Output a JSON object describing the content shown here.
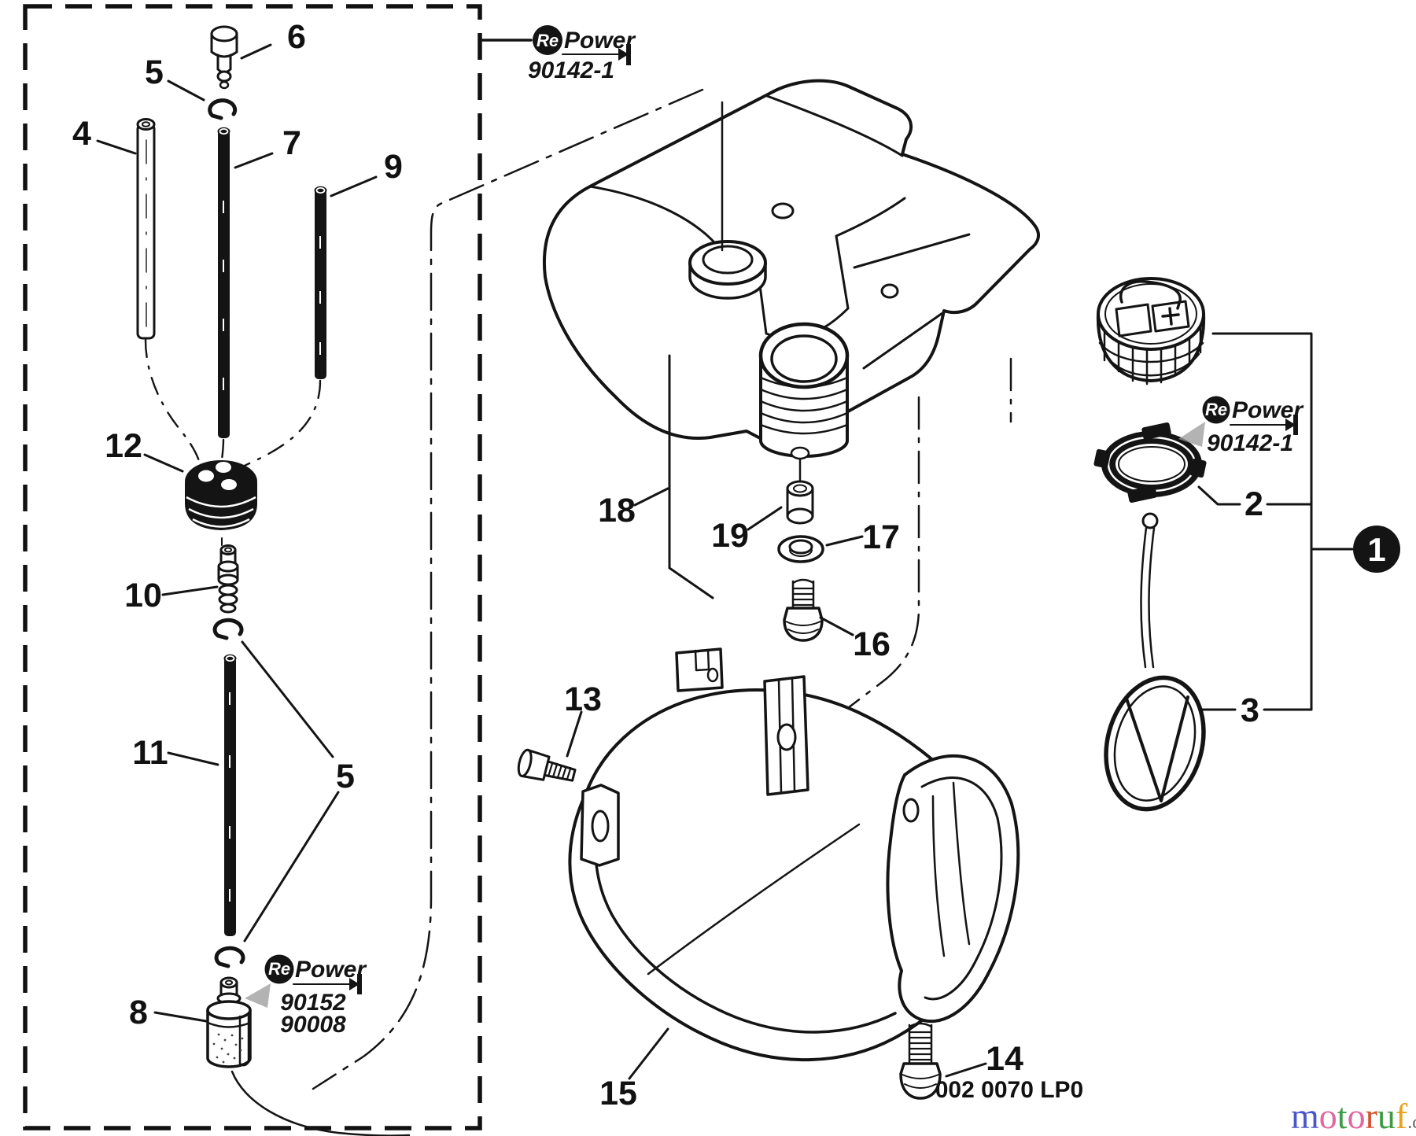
{
  "labels": [
    {
      "num": "1"
    },
    {
      "num": "2"
    },
    {
      "num": "3"
    },
    {
      "num": "4"
    },
    {
      "num": "5"
    },
    {
      "num": "5"
    },
    {
      "num": "6"
    },
    {
      "num": "7"
    },
    {
      "num": "8"
    },
    {
      "num": "9"
    },
    {
      "num": "10"
    },
    {
      "num": "11"
    },
    {
      "num": "12"
    },
    {
      "num": "13"
    },
    {
      "num": "14"
    },
    {
      "num": "15"
    },
    {
      "num": "16"
    },
    {
      "num": "17"
    },
    {
      "num": "18"
    },
    {
      "num": "19"
    }
  ],
  "logos": {
    "a": {
      "re": "Re",
      "power": "Power",
      "code": "90142-1"
    },
    "b": {
      "re": "Re",
      "power": "Power",
      "code": "90142-1"
    },
    "c": {
      "re": "Re",
      "power": "Power",
      "code": "90152",
      "code2": "90008"
    }
  },
  "footer": {
    "doc_code": "002 0070 LP0"
  },
  "watermark": {
    "letters": [
      {
        "ch": "m",
        "color": "#4a55c8"
      },
      {
        "ch": "o",
        "color": "#e0679f"
      },
      {
        "ch": "t",
        "color": "#3f9b45"
      },
      {
        "ch": "o",
        "color": "#e0679f"
      },
      {
        "ch": "r",
        "color": "#d8512f"
      },
      {
        "ch": "u",
        "color": "#3f9b45"
      },
      {
        "ch": "f",
        "color": "#e8a21f"
      }
    ],
    "suffix": ".de"
  }
}
